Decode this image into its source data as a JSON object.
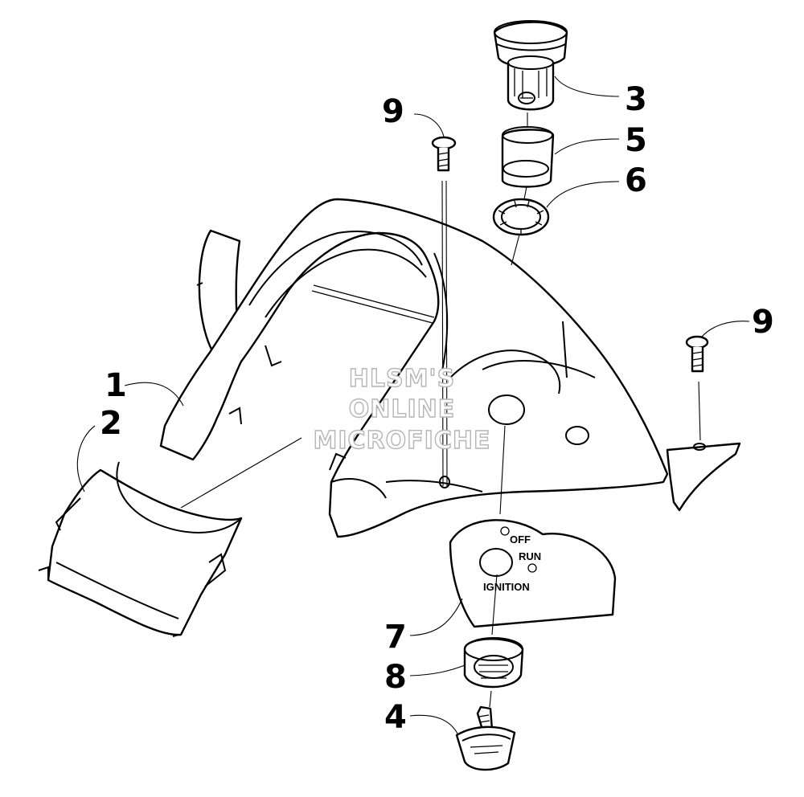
{
  "callouts": {
    "c1": "1",
    "c2": "2",
    "c3": "3",
    "c4": "4",
    "c5": "5",
    "c6": "6",
    "c7": "7",
    "c8": "8",
    "c9a": "9",
    "c9b": "9"
  },
  "plate": {
    "off": "OFF",
    "run": "RUN",
    "ignition": "IGNITION"
  },
  "watermark": {
    "line1": "HLSM'S",
    "line2": "ONLINE",
    "line3": "MICROFICHE"
  },
  "colors": {
    "ink": "#000000",
    "paper": "#ffffff",
    "watermark_outline": "#b5b5b5"
  }
}
